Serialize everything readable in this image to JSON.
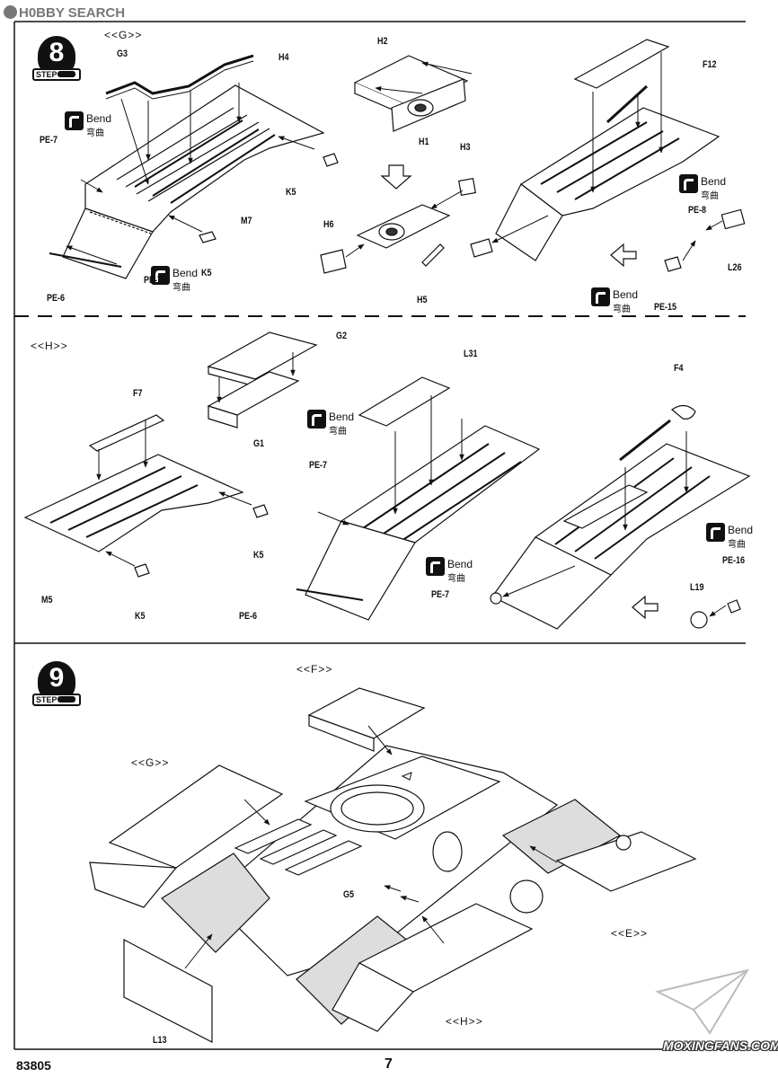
{
  "watermark_top": "H0BBY SEARCH",
  "watermark_bottom": "MOXINGFANS.COM",
  "footer": {
    "product_code": "83805",
    "page_number": "7"
  },
  "steps": [
    {
      "number": "8",
      "word": "STEP"
    },
    {
      "number": "9",
      "word": "STEP"
    }
  ],
  "bend": {
    "en": "Bend",
    "cn": "弯曲"
  },
  "sublabels": {
    "g": "<<G>>",
    "h": "<<H>>",
    "f": "<<F>>",
    "g2": "<<G>>",
    "h2": "<<H>>",
    "e": "<<E>>"
  },
  "parts": {
    "G3": "G3",
    "H4": "H4",
    "PE7a": "PE-7",
    "K5a": "K5",
    "M7": "M7",
    "K5b": "K5",
    "PE6a": "PE-6",
    "PE7b": "PE-7",
    "H2": "H2",
    "H1": "H1",
    "H3": "H3",
    "H6": "H6",
    "H5": "H5",
    "F12": "F12",
    "PE8": "PE-8",
    "L26": "L26",
    "PE15": "PE-15",
    "G2": "G2",
    "G1": "G1",
    "F7": "F7",
    "K5c": "K5",
    "M5": "M5",
    "K5d": "K5",
    "L31": "L31",
    "PE7c": "PE-7",
    "PE6b": "PE-6",
    "PE7d": "PE-7",
    "F4": "F4",
    "PE16": "PE-16",
    "L19": "L19",
    "G5": "G5",
    "L13": "L13"
  },
  "colors": {
    "line": "#111111",
    "panel_fill": "#ffffff",
    "shade": "#555555",
    "watermark": "#777777"
  }
}
